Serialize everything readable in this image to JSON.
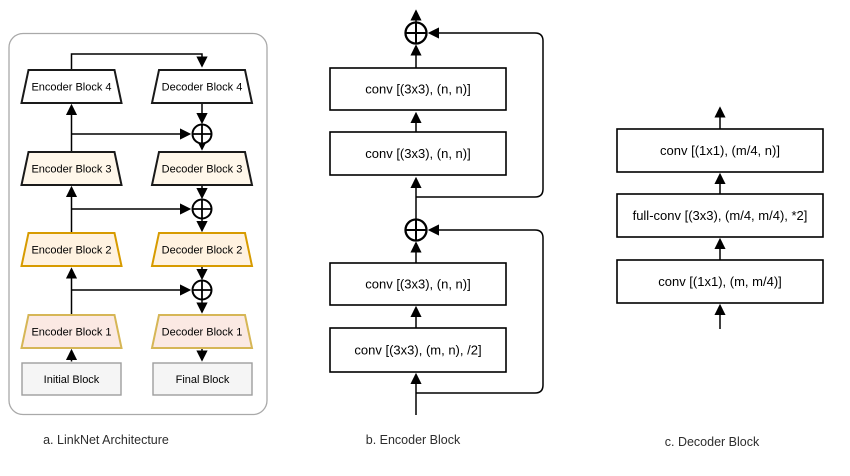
{
  "panel_a": {
    "caption": "a. LinkNet Architecture",
    "initial_block": "Initial Block",
    "final_block": "Final Block",
    "encoder_blocks": [
      "Encoder Block 1",
      "Encoder Block 2",
      "Encoder Block 3",
      "Encoder Block 4"
    ],
    "decoder_blocks": [
      "Decoder Block 1",
      "Decoder Block 2",
      "Decoder Block 3",
      "Decoder Block 4"
    ],
    "colors": {
      "row1_fill": "#fbe9e3",
      "row1_stroke": "#d6b656",
      "row2_fill": "#fff2e0",
      "row2_stroke": "#d79b00",
      "row3_fill": "#fff7ea",
      "row3_stroke": "#1a1a1a",
      "row4_fill": "#ffffff",
      "row4_stroke": "#1a1a1a",
      "terminal_fill": "#f5f5f5",
      "terminal_stroke": "#9e9e9e"
    }
  },
  "panel_b": {
    "caption": "b. Encoder Block",
    "conv_boxes": [
      "conv [(3x3), (n, n)]",
      "conv [(3x3), (n, n)]",
      "conv [(3x3), (n, n)]",
      "conv [(3x3), (m, n), /2]"
    ]
  },
  "panel_c": {
    "caption": "c. Decoder Block",
    "conv_boxes": [
      "conv [(1x1), (m/4, n)]",
      "full-conv [(3x3), (m/4, m/4), *2]",
      "conv [(1x1), (m, m/4)]"
    ]
  }
}
